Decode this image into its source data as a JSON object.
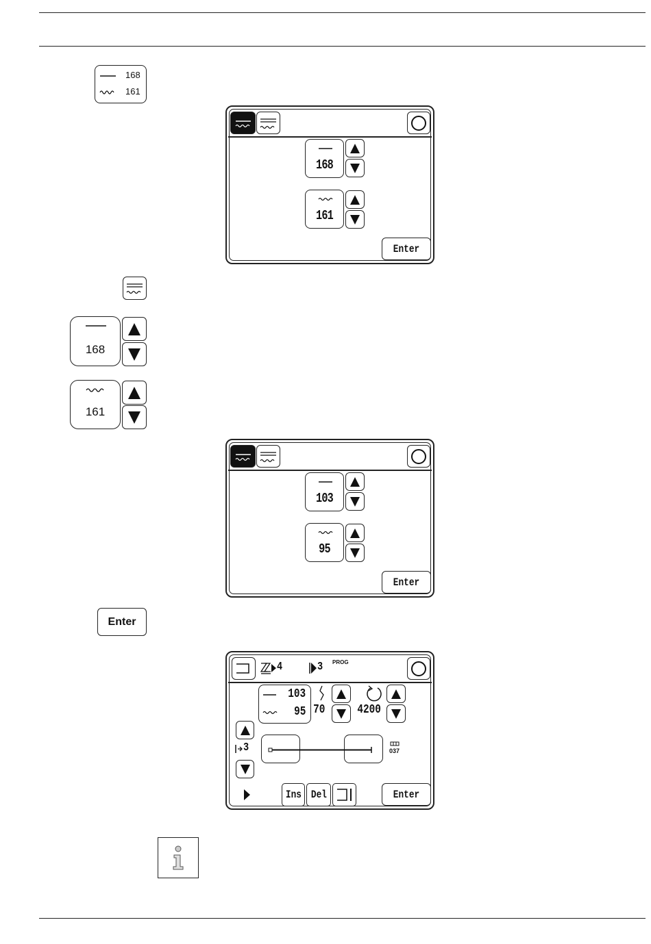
{
  "legend_key": {
    "upper_value": "168",
    "lower_value": "161"
  },
  "screen1": {
    "upper_value": "168",
    "lower_value": "161",
    "enter_label": "Enter"
  },
  "stepper_upper": {
    "value": "168"
  },
  "stepper_lower": {
    "value": "161"
  },
  "screen2": {
    "upper_value": "103",
    "lower_value": "95",
    "enter_label": "Enter"
  },
  "enter_key": {
    "label": "Enter"
  },
  "screen3": {
    "program_count": "4",
    "step_count": "3",
    "prog_label": "PROG",
    "upper_value": "103",
    "lower_value": "95",
    "stitch_value": "70",
    "speed_value": "4200",
    "seam_step": "3",
    "counter_value": "037",
    "ins_label": "Ins",
    "del_label": "Del",
    "enter_label": "Enter"
  }
}
